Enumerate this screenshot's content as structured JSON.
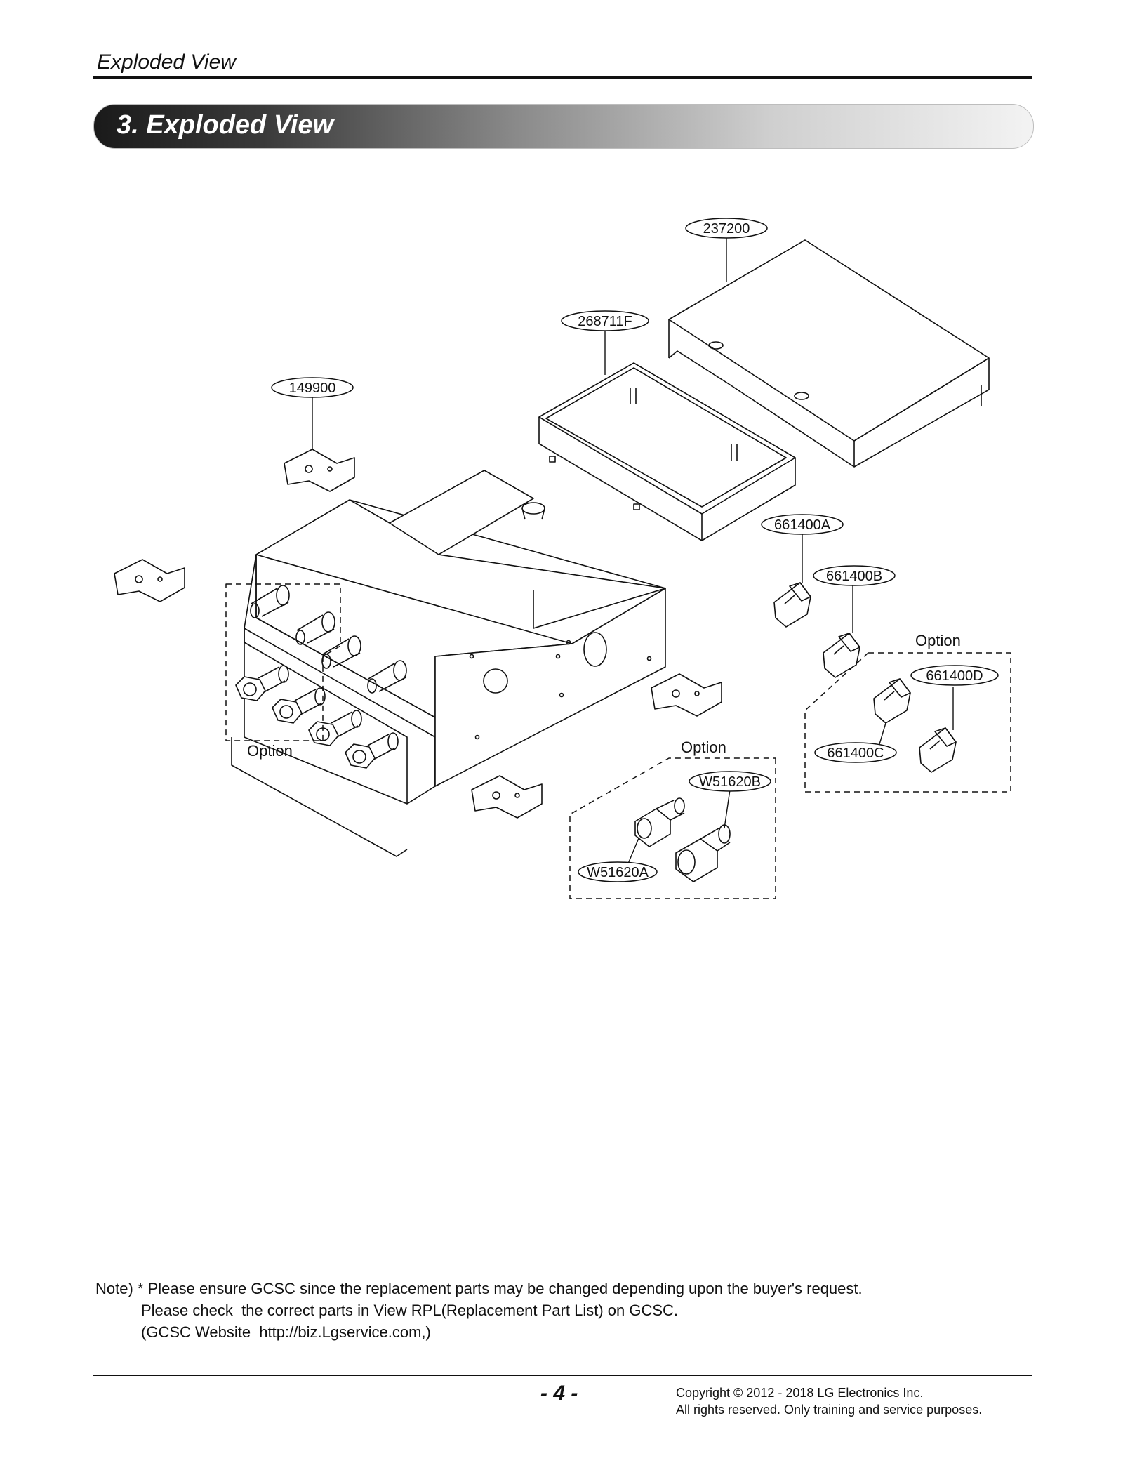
{
  "header": {
    "running_title": "Exploded View",
    "section_title": "3. Exploded View"
  },
  "diagram": {
    "callouts": {
      "c237200": "237200",
      "c268711F": "268711F",
      "c149900": "149900",
      "c661400A": "661400A",
      "c661400B": "661400B",
      "c661400D": "661400D",
      "c661400C": "661400C",
      "cW51620B": "W51620B",
      "cW51620A": "W51620A"
    },
    "option_label": "Option"
  },
  "note": {
    "line1": "Note) * Please ensure GCSC since the replacement parts may be changed depending upon the buyer's request.",
    "line2": "Please check  the correct parts in View RPL(Replacement Part List) on GCSC.",
    "line3": "(GCSC Website  http://biz.Lgservice.com,)"
  },
  "footer": {
    "page_number": "- 4 -",
    "copyright_line1": "Copyright © 2012 - 2018 LG Electronics Inc.",
    "copyright_line2": "All rights reserved. Only training and service purposes."
  }
}
